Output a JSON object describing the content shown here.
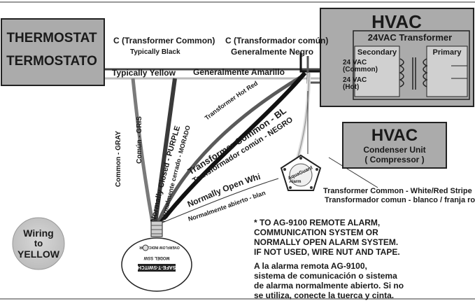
{
  "thermostat": {
    "line1": "THERMOSTAT",
    "line2": "TERMOSTATO"
  },
  "hvac_main": {
    "title": "HVAC",
    "transformer": "24VAC Transformer",
    "secondary": "Secondary",
    "primary": "Primary",
    "common_a": "24 VAC",
    "common_b": "(Common)",
    "hot_a": "24 VAC",
    "hot_b": "(Hot)"
  },
  "hvac_condenser": {
    "title": "HVAC",
    "line1": "Condenser Unit",
    "line2": "( Compressor )"
  },
  "labels": {
    "c_common": "C (Transformer Common)",
    "typ_black": "Typically Black",
    "c_comun": "C (Transformador común)",
    "gen_negro": "Generalmente Negro",
    "typ_yellow": "Typically Yellow",
    "gen_amarillo": "Generalmente Amarillo",
    "common_gray": "Common - GRAY",
    "comun_gris": "Común - GRIS",
    "nc_purple": "Normally Closed - PURPLE",
    "nc_morado": "Normalmente cerrado - MORADO",
    "hot_red": "Transformer Hot Red",
    "tc_black": "Transformer Common - BLACK",
    "tc_negro": "Transformador común - NEGRO",
    "no_white": "Normally Open White *",
    "no_blanco": "Normalmente abierto - blanco",
    "tc_white_red": "Transformer Common - White/Red Stripe",
    "tc_blanco_roja": "Transformador comun - blanco / franja roja"
  },
  "alarm": {
    "brand": "AquaGuard",
    "sub": "Alarm"
  },
  "switch": {
    "brand": "SAFE-T-SWITCH",
    "model": "MODEL SSW",
    "indicator": "OVERFLOW INDICATOR"
  },
  "badge": {
    "line1": "Wiring",
    "line2": "to",
    "line3": "YELLOW"
  },
  "note_en": [
    "* TO AG-9100 REMOTE ALARM,",
    "COMMUNICATION SYSTEM OR",
    "NORMALLY OPEN ALARM SYSTEM.",
    "IF NOT USED, WIRE NUT AND TAPE."
  ],
  "note_es": [
    "A la alarma remota AG-9100,",
    "sistema de comunicación o sistema",
    "de alarma normalmente abierto. Si no",
    "se utiliza, conecte la tuerca y cinta."
  ]
}
